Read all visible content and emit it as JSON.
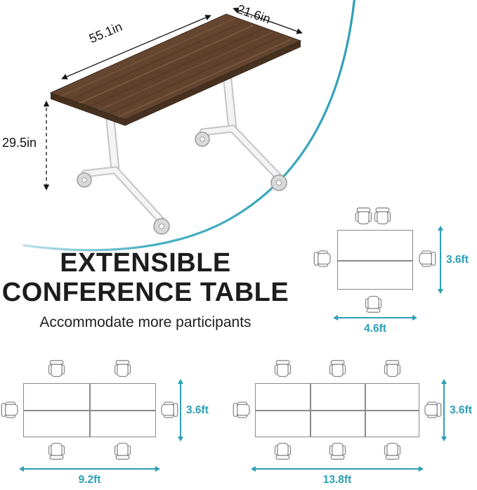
{
  "colors": {
    "accent": "#2b9fb6",
    "ink": "#1d1d1d",
    "diagram_stroke": "#8a8a8a",
    "wood": "#6a4a33"
  },
  "hero": {
    "length_label": "55.1in",
    "depth_label": "21.6in",
    "height_label": "29.5in"
  },
  "headline": {
    "line1": "EXTENSIBLE",
    "line2": "CONFERENCE TABLE",
    "subtitle": "Accommodate more participants"
  },
  "layouts": {
    "small": {
      "length": "4.6ft",
      "depth": "3.6ft",
      "seats": 5
    },
    "medium": {
      "length": "9.2ft",
      "depth": "3.6ft",
      "seats": 6
    },
    "large": {
      "length": "13.8ft",
      "depth": "3.6ft",
      "seats": 8
    }
  }
}
